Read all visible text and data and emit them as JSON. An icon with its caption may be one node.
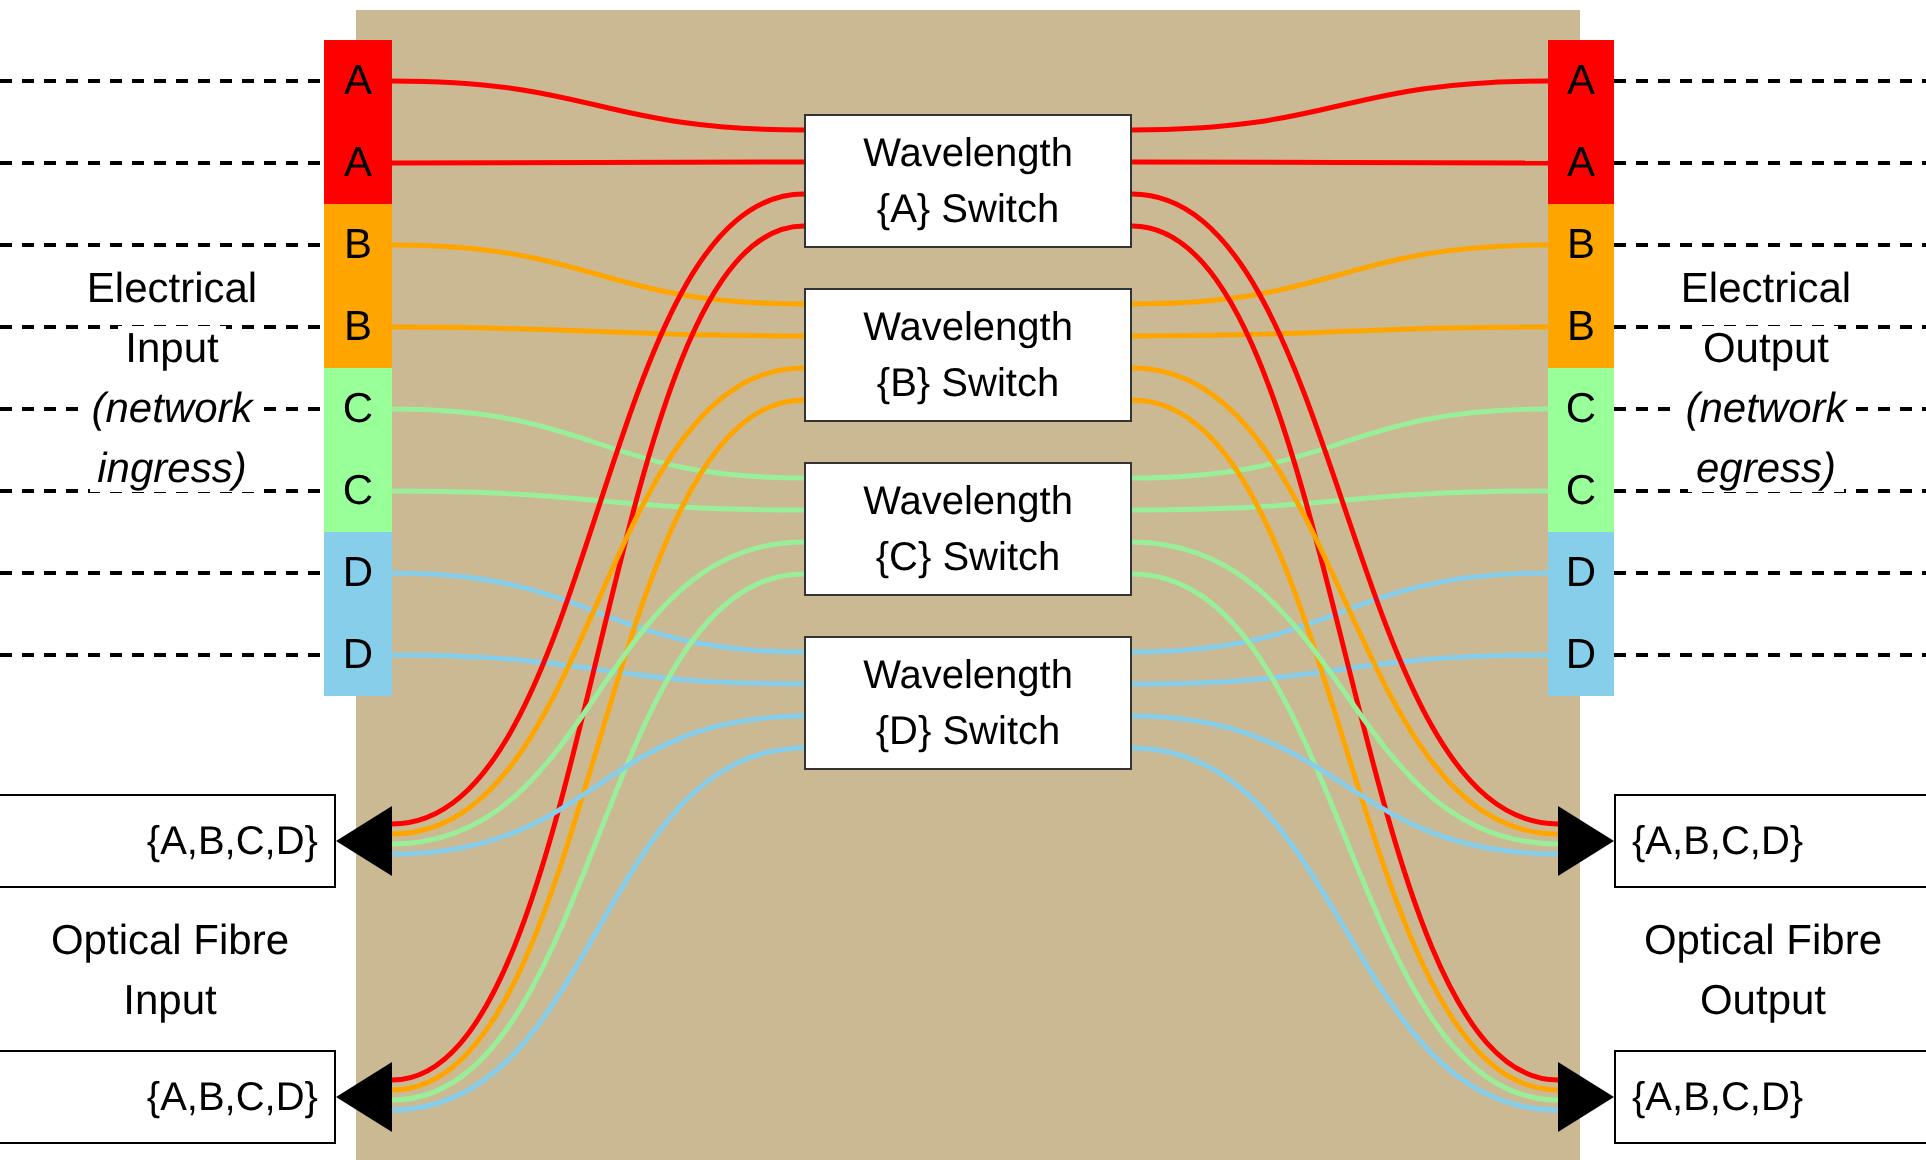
{
  "diagram": {
    "nodes": [
      {
        "text": [
          "A"
        ]
      },
      {
        "text": [
          "A"
        ]
      },
      {
        "text": [
          "B"
        ]
      },
      {
        "text": [
          "B"
        ]
      },
      {
        "text": [
          "C"
        ]
      },
      {
        "text": [
          "C"
        ]
      },
      {
        "text": [
          "D"
        ]
      },
      {
        "text": [
          "D"
        ]
      },
      {
        "text": [
          "Wavelength {A} Switch"
        ]
      },
      {
        "text": [
          "Wavelength {B} Switch"
        ]
      },
      {
        "text": [
          "Wavelength {C} Switch"
        ]
      },
      {
        "text": [
          "Wavelength {D} Switch"
        ]
      },
      {
        "text": [
          "A"
        ]
      },
      {
        "text": [
          "A"
        ]
      },
      {
        "text": [
          "B"
        ]
      },
      {
        "text": [
          "B"
        ]
      },
      {
        "text": [
          "C"
        ]
      },
      {
        "text": [
          "C"
        ]
      },
      {
        "text": [
          "D"
        ]
      },
      {
        "text": [
          "D"
        ]
      },
      {
        "text": [
          "{A,B,C,D}"
        ]
      },
      {
        "text": [
          "{A,B,C,D}"
        ]
      },
      {
        "text": [
          "{A,B,C,D}"
        ]
      },
      {
        "text": [
          "{A,B,C,D}"
        ]
      }
    ],
    "edges": [
      {
        "from": null,
        "to": 0,
        "arrow": "none",
        "style": "dashed",
        "color": "#000000"
      },
      {
        "from": null,
        "to": 1,
        "arrow": "none",
        "style": "dashed",
        "color": "#000000"
      },
      {
        "from": null,
        "to": 2,
        "arrow": "none",
        "style": "dashed",
        "color": "#000000"
      },
      {
        "from": null,
        "to": 3,
        "arrow": "none",
        "style": "dashed",
        "color": "#000000"
      },
      {
        "from": null,
        "to": 4,
        "arrow": "none",
        "style": "dashed",
        "color": "#000000"
      },
      {
        "from": null,
        "to": 5,
        "arrow": "none",
        "style": "dashed",
        "color": "#000000"
      },
      {
        "from": null,
        "to": 6,
        "arrow": "none",
        "style": "dashed",
        "color": "#000000"
      },
      {
        "from": null,
        "to": 7,
        "arrow": "none",
        "style": "dashed",
        "color": "#000000"
      },
      {
        "from": 12,
        "to": null,
        "arrow": "none",
        "style": "dashed",
        "color": "#000000"
      },
      {
        "from": 13,
        "to": null,
        "arrow": "none",
        "style": "dashed",
        "color": "#000000"
      },
      {
        "from": 14,
        "to": null,
        "arrow": "none",
        "style": "dashed",
        "color": "#000000"
      },
      {
        "from": 15,
        "to": null,
        "arrow": "none",
        "style": "dashed",
        "color": "#000000"
      },
      {
        "from": 16,
        "to": null,
        "arrow": "none",
        "style": "dashed",
        "color": "#000000"
      },
      {
        "from": 17,
        "to": null,
        "arrow": "none",
        "style": "dashed",
        "color": "#000000"
      },
      {
        "from": 18,
        "to": null,
        "arrow": "none",
        "style": "dashed",
        "color": "#000000"
      },
      {
        "from": 19,
        "to": null,
        "arrow": "none",
        "style": "dashed",
        "color": "#000000"
      },
      {
        "from": 0,
        "to": 8,
        "arrow": "none",
        "color": "#ff0000"
      },
      {
        "from": 1,
        "to": 8,
        "arrow": "none",
        "color": "#ff0000"
      },
      {
        "from": 2,
        "to": 9,
        "arrow": "none",
        "color": "#ffa500"
      },
      {
        "from": 3,
        "to": 9,
        "arrow": "none",
        "color": "#ffa500"
      },
      {
        "from": 4,
        "to": 10,
        "arrow": "none",
        "color": "#99ee99"
      },
      {
        "from": 5,
        "to": 10,
        "arrow": "none",
        "color": "#99ee99"
      },
      {
        "from": 6,
        "to": 11,
        "arrow": "none",
        "color": "#87ceeb"
      },
      {
        "from": 7,
        "to": 11,
        "arrow": "none",
        "color": "#87ceeb"
      },
      {
        "from": 20,
        "to": 8,
        "arrow": "none",
        "color": "#ff0000"
      },
      {
        "from": 21,
        "to": 8,
        "arrow": "none",
        "color": "#ff0000"
      },
      {
        "from": 20,
        "to": 9,
        "arrow": "none",
        "color": "#ffa500"
      },
      {
        "from": 21,
        "to": 9,
        "arrow": "none",
        "color": "#ffa500"
      },
      {
        "from": 20,
        "to": 10,
        "arrow": "none",
        "color": "#99ee99"
      },
      {
        "from": 21,
        "to": 10,
        "arrow": "none",
        "color": "#99ee99"
      },
      {
        "from": 20,
        "to": 11,
        "arrow": "none",
        "color": "#87ceeb"
      },
      {
        "from": 21,
        "to": 11,
        "arrow": "none",
        "color": "#87ceeb"
      },
      {
        "from": 8,
        "to": 12,
        "arrow": "none",
        "color": "#ff0000"
      },
      {
        "from": 8,
        "to": 13,
        "arrow": "none",
        "color": "#ff0000"
      },
      {
        "from": 9,
        "to": 14,
        "arrow": "none",
        "color": "#ffa500"
      },
      {
        "from": 9,
        "to": 15,
        "arrow": "none",
        "color": "#ffa500"
      },
      {
        "from": 10,
        "to": 16,
        "arrow": "none",
        "color": "#99ee99"
      },
      {
        "from": 10,
        "to": 17,
        "arrow": "none",
        "color": "#99ee99"
      },
      {
        "from": 11,
        "to": 18,
        "arrow": "none",
        "color": "#87ceeb"
      },
      {
        "from": 11,
        "to": 19,
        "arrow": "none",
        "color": "#87ceeb"
      },
      {
        "from": 8,
        "to": 22,
        "arrow": "none",
        "color": "#ff0000"
      },
      {
        "from": 8,
        "to": 23,
        "arrow": "none",
        "color": "#ff0000"
      },
      {
        "from": 9,
        "to": 22,
        "arrow": "none",
        "color": "#ffa500"
      },
      {
        "from": 9,
        "to": 23,
        "arrow": "none",
        "color": "#ffa500"
      },
      {
        "from": 10,
        "to": 22,
        "arrow": "none",
        "color": "#99ee99"
      },
      {
        "from": 10,
        "to": 23,
        "arrow": "none",
        "color": "#99ee99"
      },
      {
        "from": 11,
        "to": 22,
        "arrow": "none",
        "color": "#87ceeb"
      },
      {
        "from": 11,
        "to": 23,
        "arrow": "none",
        "color": "#87ceeb"
      }
    ],
    "labels": [
      "Electrical Input *(network ingress)*",
      "Electrical Output *(network egress)*",
      "Optical Fibre Input",
      "Optical Fibre Output"
    ]
  }
}
